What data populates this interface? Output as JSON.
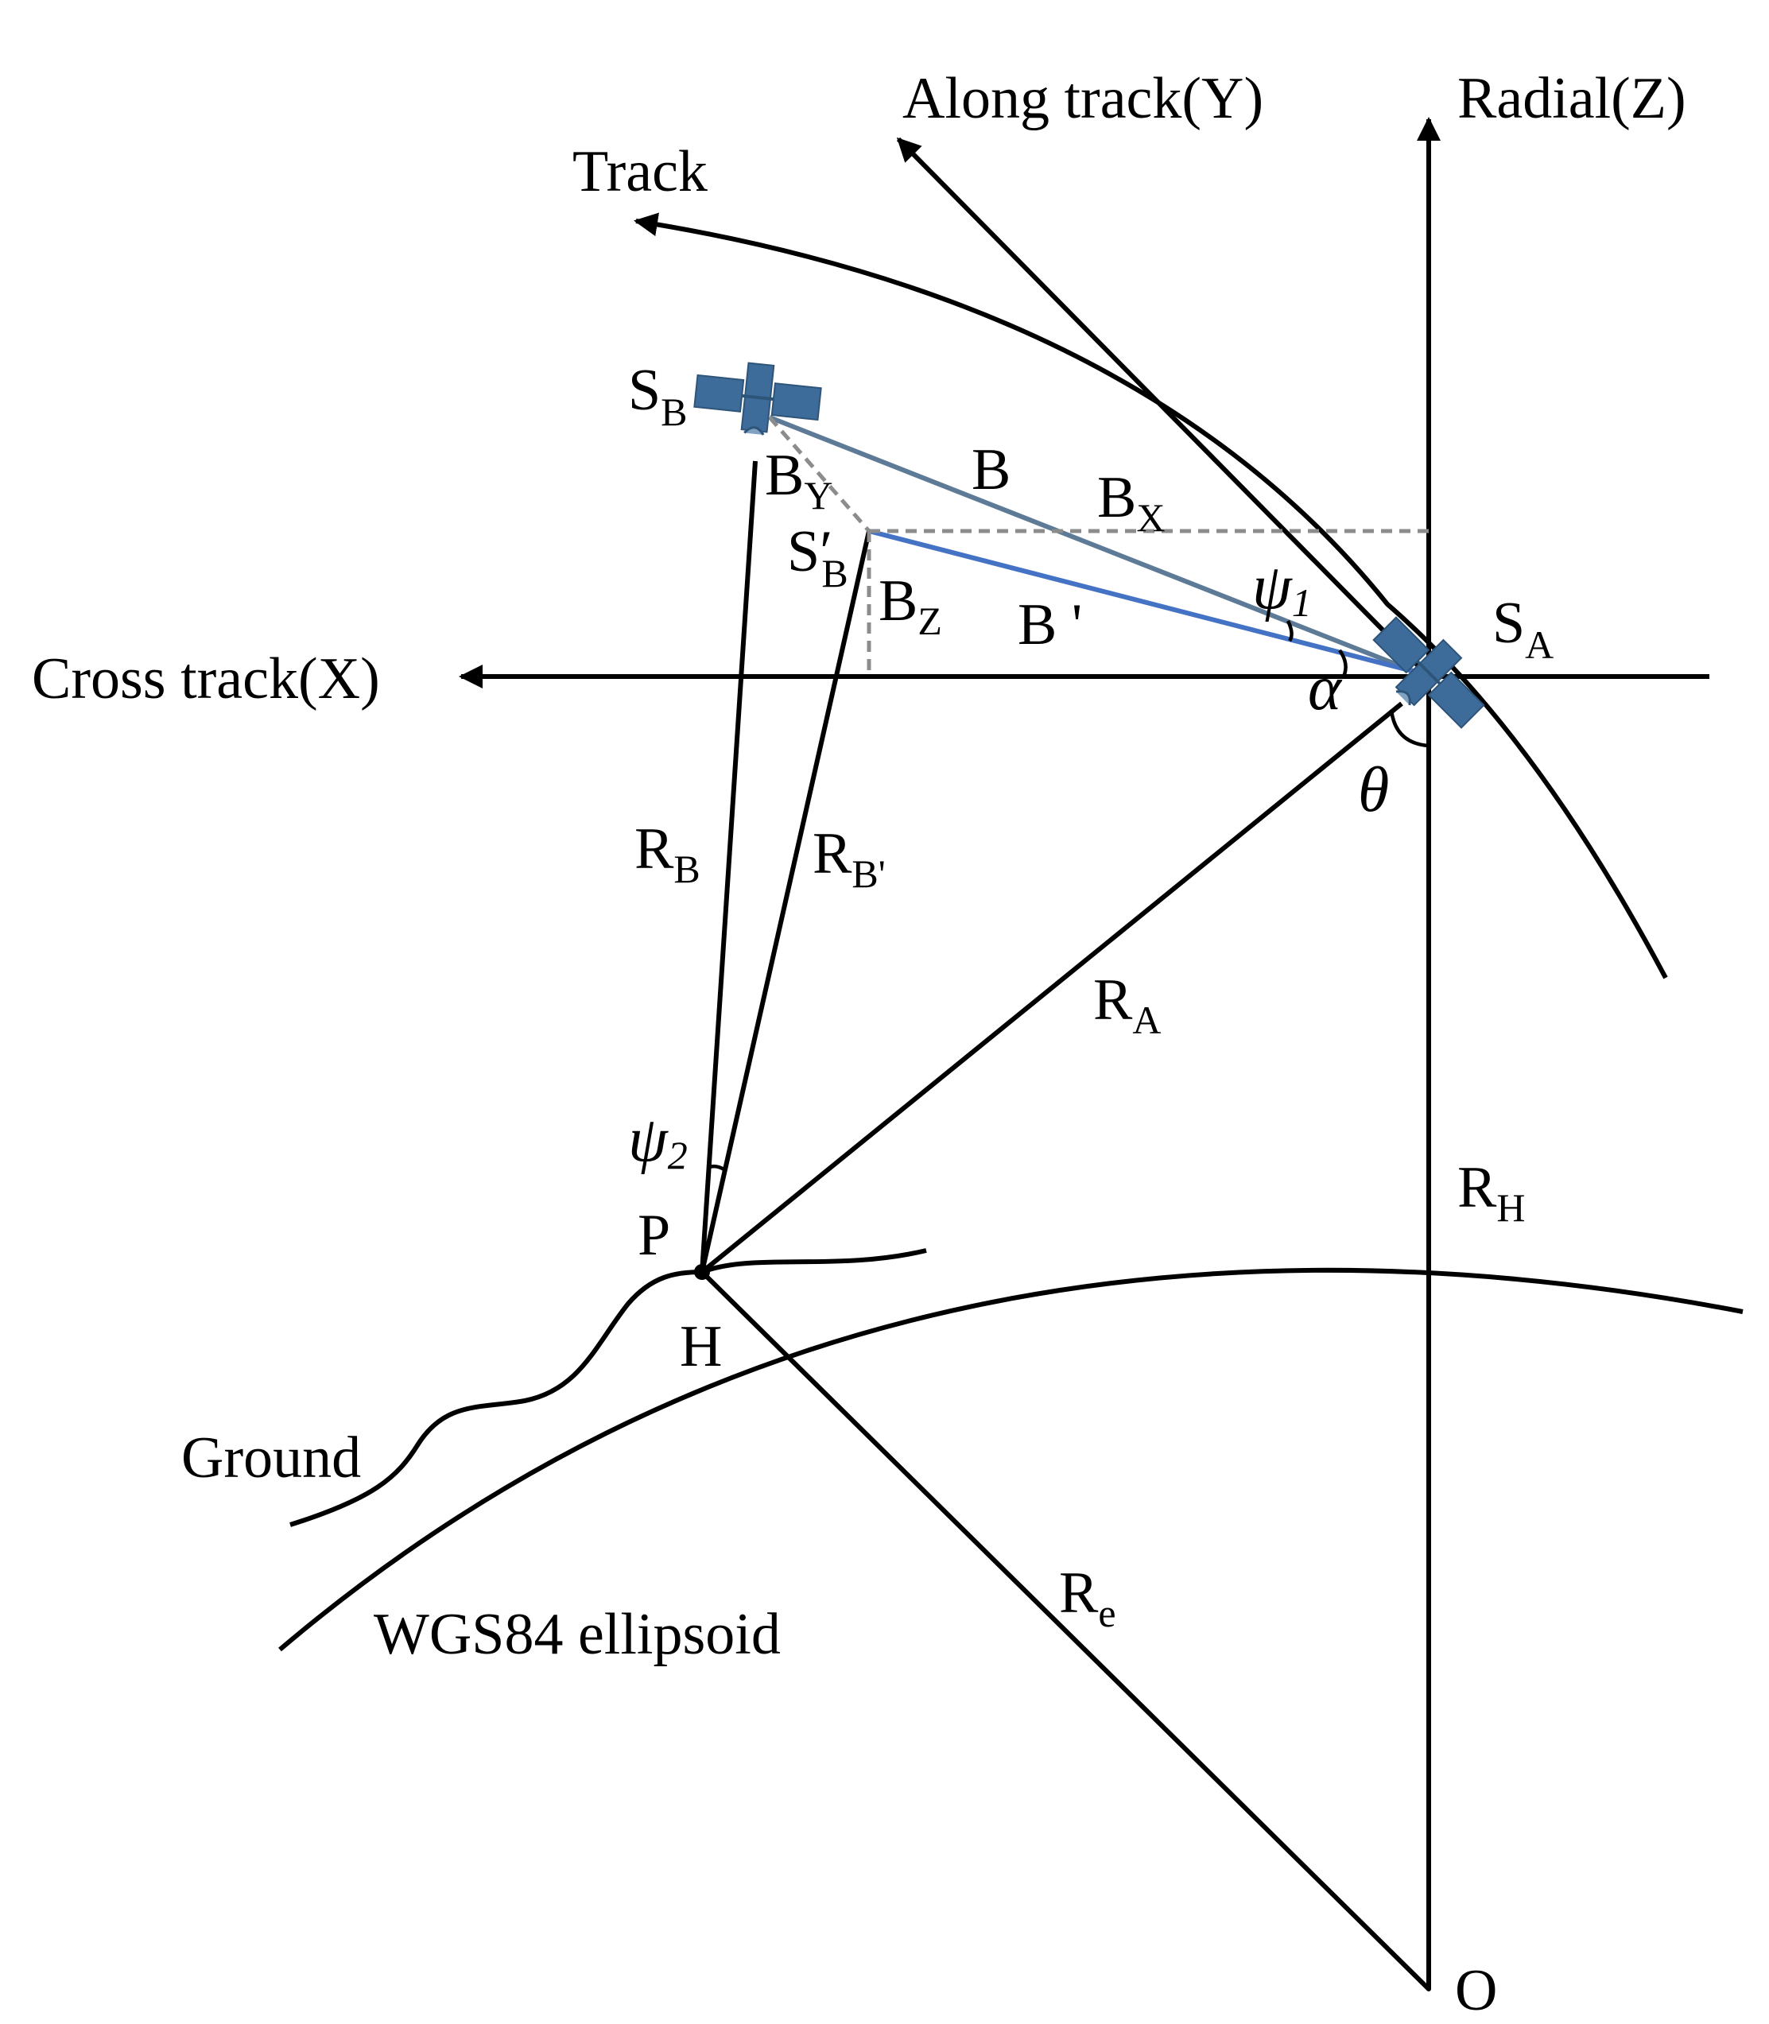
{
  "axes": {
    "along_track": "Along track(Y)",
    "radial": "Radial(Z)",
    "track": "Track",
    "cross_track": "Cross track(X)"
  },
  "satellites": {
    "sb": {
      "main": "S",
      "sub": "B"
    },
    "sa": {
      "main": "S",
      "sub": "A"
    },
    "sb_prime": {
      "main": "S′",
      "sub": "B"
    }
  },
  "baselines": {
    "b": "B",
    "b_prime": "B '",
    "bx": {
      "main": "B",
      "sub": "X"
    },
    "by": {
      "main": "B",
      "sub": "Y"
    },
    "bz": {
      "main": "B",
      "sub": "Z"
    }
  },
  "angles": {
    "psi1": {
      "main": "ψ",
      "sub": "1"
    },
    "psi2": {
      "main": "ψ",
      "sub": "2"
    },
    "alpha": "α",
    "theta": "θ"
  },
  "ranges": {
    "rb": {
      "main": "R",
      "sub": "B"
    },
    "rb_prime": {
      "main": "R",
      "sub": "B'"
    },
    "ra": {
      "main": "R",
      "sub": "A"
    },
    "rh": {
      "main": "R",
      "sub": "H"
    },
    "re": {
      "main": "R",
      "sub": "e"
    }
  },
  "points": {
    "p": "P",
    "h": "H",
    "o": "O"
  },
  "surfaces": {
    "ground": "Ground",
    "ellipsoid": "WGS84 ellipsoid"
  },
  "colors": {
    "satellite": "#3d6c9b",
    "baseline_b": "#5d7a96",
    "baseline_b_prime": "#4472c4",
    "dashed_projection": "#8c8c8c"
  }
}
